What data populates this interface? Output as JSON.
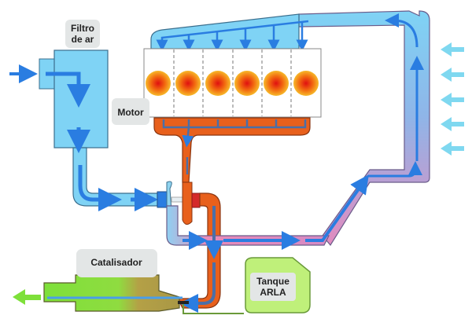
{
  "labels": {
    "air_filter": [
      "Filtro",
      "de ar"
    ],
    "engine": "Motor",
    "catalyst": "Catalisador",
    "arla_tank": [
      "Tanque",
      "ARLA"
    ]
  },
  "components": {
    "cylinders": 6
  },
  "colors": {
    "cold_air": "#7fd3f5",
    "cold_air_stroke": "#3b6f8e",
    "flow_arrow": "#2a7de1",
    "exhaust": "#e8601c",
    "exhaust_stroke": "#8a3510",
    "warm_air": "#e98ab8",
    "catalyst_green": "#7ee03a",
    "catalyst_brown": "#b4a046",
    "tank_green": "#bff07a",
    "label_bg": "#e3e6e6",
    "ambient_arrow": "#7fd8f0"
  }
}
